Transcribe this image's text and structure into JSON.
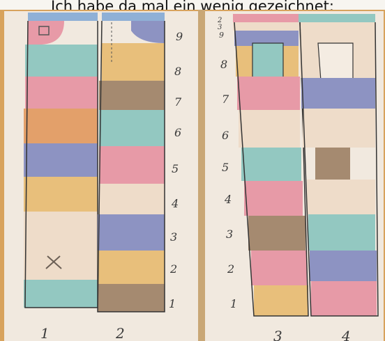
{
  "caption": "Ich habe da mal ein wenig gezeichnet:",
  "drawing": {
    "left_sheet": {
      "pants_labels": [
        "1",
        "2"
      ],
      "row_numbers": [
        "9",
        "8",
        "7",
        "6",
        "5",
        "4",
        "3",
        "2",
        "1"
      ]
    },
    "right_sheet": {
      "pants_labels": [
        "3",
        "4"
      ],
      "row_numbers": [
        "2",
        "3",
        "9",
        "8",
        "7",
        "6",
        "5",
        "4",
        "3",
        "2",
        "1"
      ]
    }
  },
  "colors": {
    "paper": "#f1e9df",
    "blue": "#8fb0d6",
    "pink": "#e79aa7",
    "orange": "#e3a06a",
    "yellow": "#e8bf7b",
    "teal": "#93c8c1",
    "brown": "#a58a70",
    "violet": "#8d93c2",
    "beige": "#eedcc9"
  }
}
